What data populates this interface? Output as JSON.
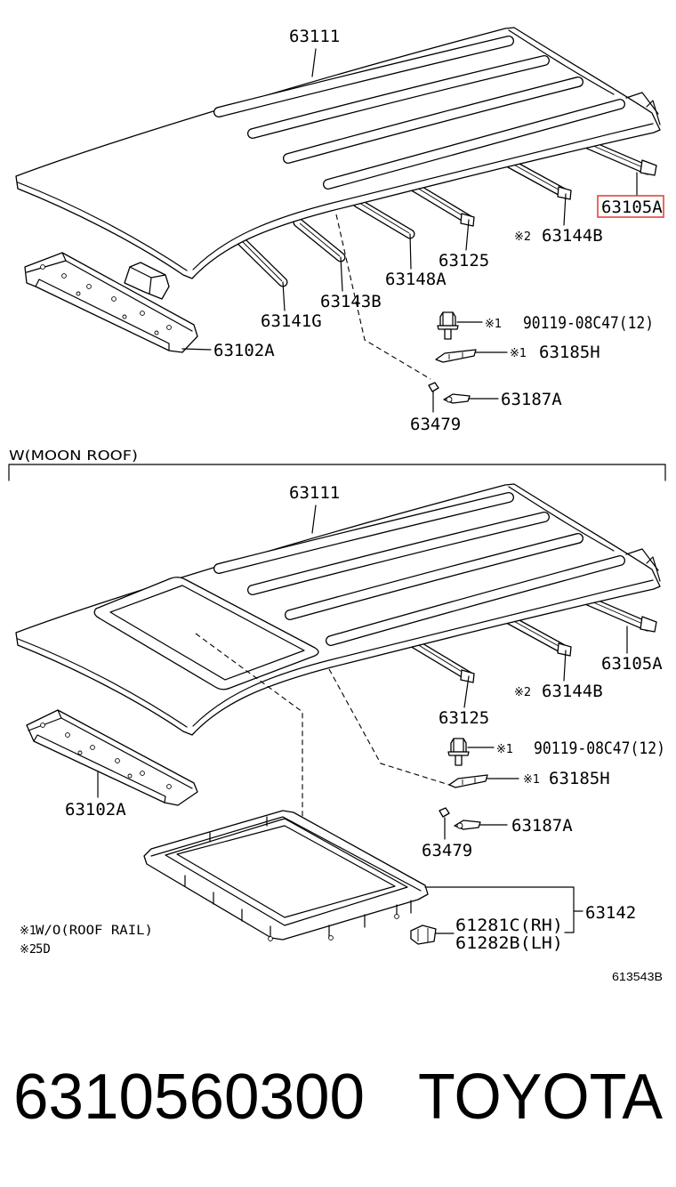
{
  "top_diagram": {
    "parts": {
      "roof_panel": "63111",
      "rear_roof_bow": "63105A",
      "roof_bow_a_mark": "※2",
      "roof_bow_a": "63144B",
      "roof_bow_b": "63125",
      "roof_bow_c": "63148A",
      "roof_bow_d": "63143B",
      "roof_bow_e": "63141G",
      "front_header": "63102A",
      "bolt_mark": "※1",
      "bolt": "90119-08C47(12)",
      "clip_a_mark": "※1",
      "clip_a": "63185H",
      "clip_b": "63187A",
      "clip_c": "63479"
    },
    "highlight_color": "#e0473c"
  },
  "moon_roof_section": {
    "title": "W(MOON ROOF)",
    "parts": {
      "roof_panel": "63111",
      "rear_roof_bow": "63105A",
      "roof_bow_a_mark": "※2",
      "roof_bow_a": "63144B",
      "roof_bow_b": "63125",
      "bolt_mark": "※1",
      "bolt": "90119-08C47(12)",
      "clip_a_mark": "※1",
      "clip_a": "63185H",
      "front_header": "63102A",
      "clip_b": "63187A",
      "clip_c": "63479",
      "sunroof_housing": "63142",
      "drain_clip_rh": "61281C(RH)",
      "drain_clip_lh": "61282B(LH)"
    }
  },
  "notes": [
    {
      "mark": "※1",
      "text": "W/O(ROOF RAIL)"
    },
    {
      "mark": "※2",
      "text": "5D"
    }
  ],
  "diagram_id": "613543B",
  "footer": {
    "part_number": "6310560300",
    "brand": "TOYOTA"
  }
}
